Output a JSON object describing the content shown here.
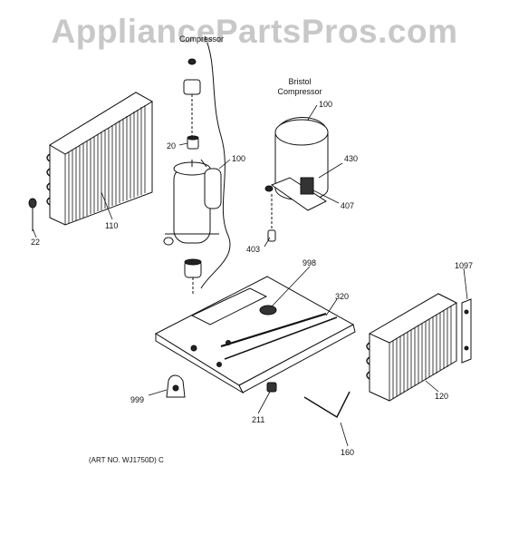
{
  "watermark": "AppliancePartsPros.com",
  "headings": {
    "compressor_cut": "Compressor",
    "bristol_line1": "Bristol",
    "bristol_line2": "Compressor"
  },
  "callouts": {
    "p100_top": "100",
    "p100_mid": "100",
    "p20": "20",
    "p110": "110",
    "p22": "22",
    "p430": "430",
    "p407": "407",
    "p403": "403",
    "p998": "998",
    "p320": "320",
    "p1097": "1097",
    "p120": "120",
    "p999": "999",
    "p211": "211",
    "p160": "160"
  },
  "art_number": "(ART NO. WJ1750D) C",
  "colors": {
    "ink": "#111111",
    "watermark": "#c8c8c8"
  }
}
